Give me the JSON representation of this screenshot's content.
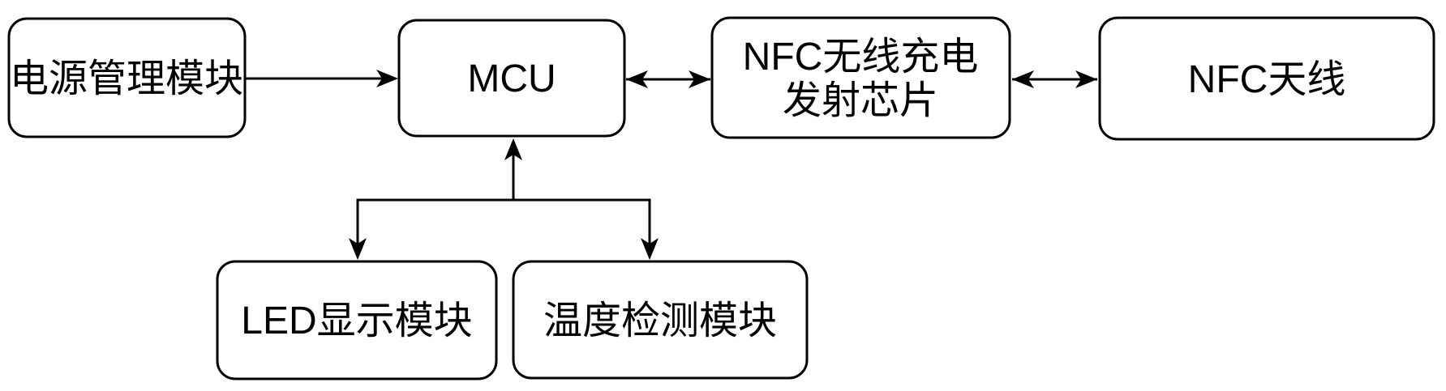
{
  "diagram": {
    "type": "block-diagram",
    "background_color": "#ffffff",
    "box_fill_color": "#ffffff",
    "stroke_color": "#000000",
    "text_color": "#000000",
    "nodes": {
      "power": {
        "label": "电源管理模块"
      },
      "mcu": {
        "label": "MCU"
      },
      "nfc_chip": {
        "label_line1": "NFC无线充电",
        "label_line2": "发射芯片"
      },
      "nfc_antenna": {
        "label": "NFC天线"
      },
      "led": {
        "label": "LED显示模块"
      },
      "temp": {
        "label": "温度检测模块"
      }
    },
    "edges": [
      {
        "from": "电源管理模块",
        "to": "MCU",
        "arrows": "to"
      },
      {
        "from": "MCU",
        "to": "NFC无线充电发射芯片",
        "arrows": "both"
      },
      {
        "from": "NFC无线充电发射芯片",
        "to": "NFC天线",
        "arrows": "both"
      },
      {
        "from": "MCU",
        "to": "LED显示模块",
        "arrows": "both",
        "style": "branched"
      },
      {
        "from": "MCU",
        "to": "温度检测模块",
        "arrows": "both",
        "style": "branched"
      }
    ]
  }
}
